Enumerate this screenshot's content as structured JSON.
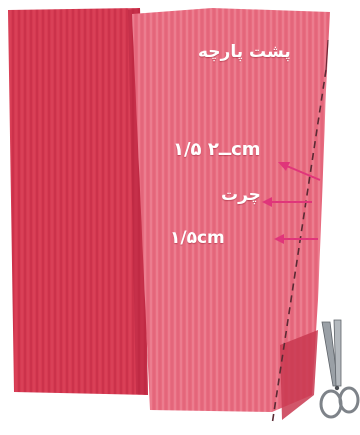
{
  "labels": {
    "fabric_back": "پشت پارچه",
    "measure_top": "۱/۵ ــ۲cm",
    "notch": "چرت",
    "measure_bottom": "۱/۵cm"
  },
  "colors": {
    "left_panel": "#d93a52",
    "right_panel": "#e56a7e",
    "arrow": "#e0357a",
    "scissors": "#8a8f96",
    "dashed_line": "#5a2a34"
  }
}
